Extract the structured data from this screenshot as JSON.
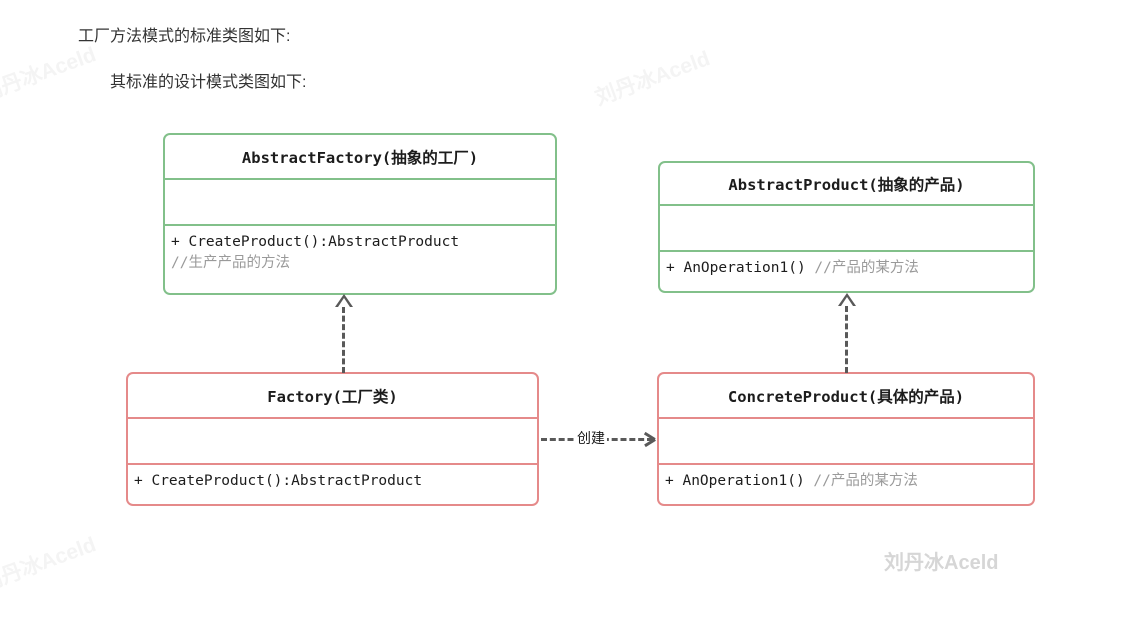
{
  "page": {
    "watermark_faint": "刘丹冰Aceld",
    "watermark_main": "刘丹冰Aceld"
  },
  "intro": {
    "line1": "工厂方法模式的标准类图如下:",
    "line2": "其标准的设计模式类图如下:"
  },
  "colors": {
    "abstract_border": "#82c08a",
    "concrete_border": "#e58a8a",
    "connector": "#595959",
    "comment_text": "#9a9a9a",
    "body_text": "#1c1c1c"
  },
  "diagram": {
    "type": "uml-class-diagram",
    "classes": [
      {
        "id": "abstract-factory",
        "title": "AbstractFactory(抽象的工厂)",
        "stereotype": "abstract",
        "border_color": "#82c08a",
        "attributes": [],
        "methods": [
          {
            "code": "+ CreateProduct():AbstractProduct",
            "comment": ""
          },
          {
            "code": "",
            "comment": "//生产产品的方法"
          }
        ]
      },
      {
        "id": "abstract-product",
        "title": "AbstractProduct(抽象的产品)",
        "stereotype": "abstract",
        "border_color": "#82c08a",
        "attributes": [],
        "methods": [
          {
            "code": "+ AnOperation1() ",
            "comment": "//产品的某方法"
          }
        ]
      },
      {
        "id": "factory",
        "title": "Factory(工厂类)",
        "stereotype": "concrete",
        "border_color": "#e58a8a",
        "attributes": [],
        "methods": [
          {
            "code": "+ CreateProduct():AbstractProduct",
            "comment": ""
          }
        ]
      },
      {
        "id": "concrete-product",
        "title": "ConcreteProduct(具体的产品)",
        "stereotype": "concrete",
        "border_color": "#e58a8a",
        "attributes": [],
        "methods": [
          {
            "code": "+ AnOperation1() ",
            "comment": "//产品的某方法"
          }
        ]
      }
    ],
    "relations": [
      {
        "id": "factory-realizes-abstractfactory",
        "from": "factory",
        "to": "abstract-factory",
        "kind": "realization",
        "line": "dashed",
        "arrowhead": "hollow-triangle",
        "label": ""
      },
      {
        "id": "concreteproduct-realizes-abstractproduct",
        "from": "concrete-product",
        "to": "abstract-product",
        "kind": "realization",
        "line": "dashed",
        "arrowhead": "hollow-triangle",
        "label": ""
      },
      {
        "id": "factory-creates-concreteproduct",
        "from": "factory",
        "to": "concrete-product",
        "kind": "dependency",
        "line": "dashed",
        "arrowhead": "open",
        "label": "创建"
      }
    ]
  }
}
